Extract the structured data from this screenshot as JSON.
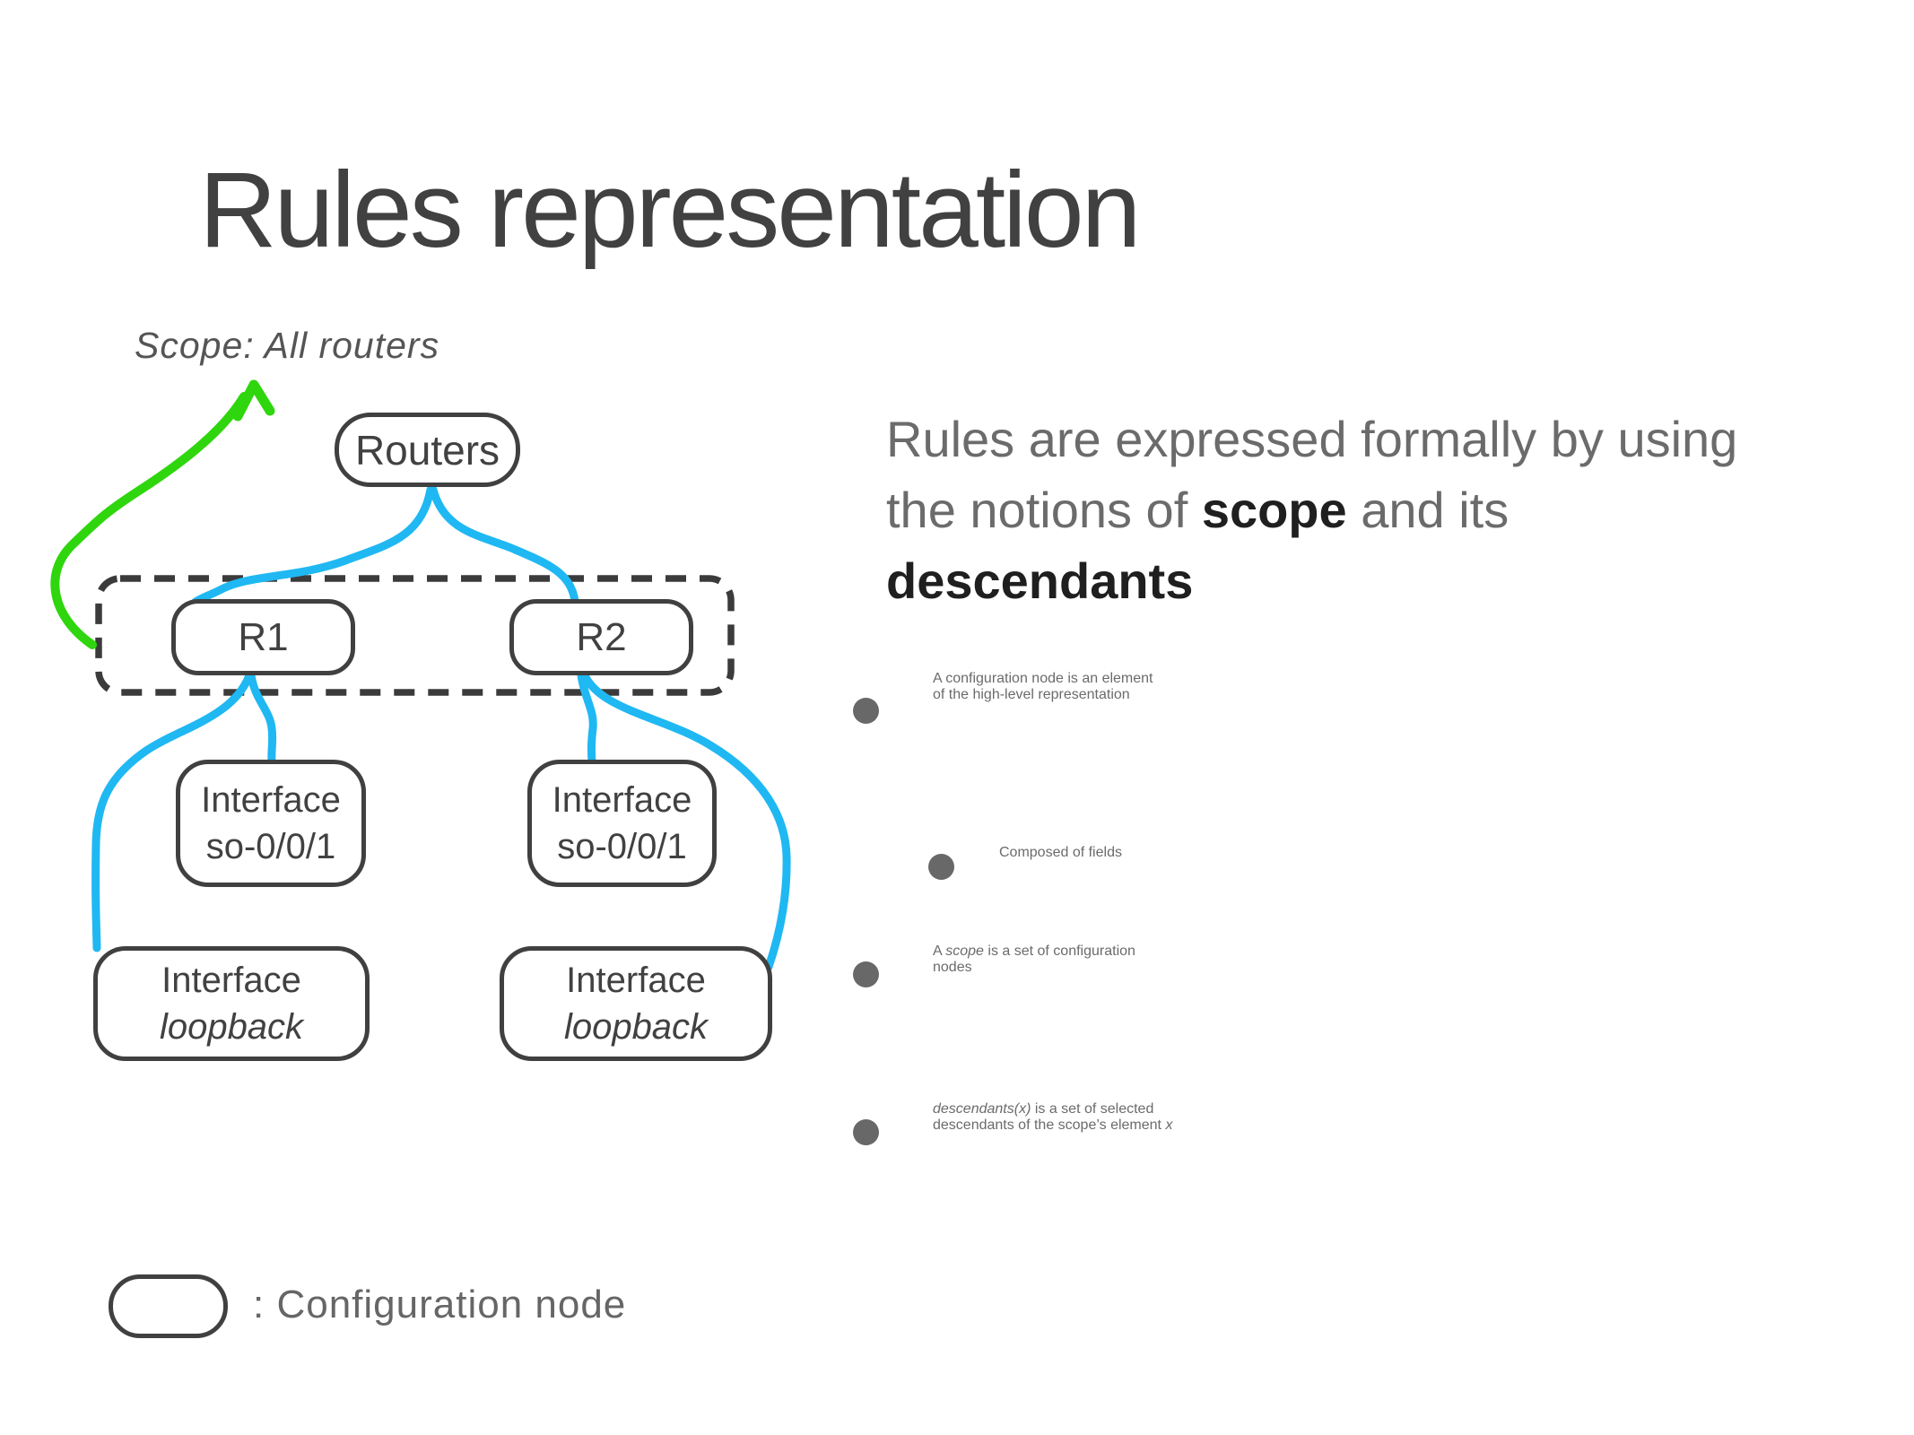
{
  "slide": {
    "title": "Rules representation"
  },
  "diagram": {
    "scope_label": "Scope: All routers",
    "nodes": {
      "routers": "Routers",
      "r1": "R1",
      "r2": "R2",
      "iface_line1": "Interface",
      "iface_so": "so-0/0/1",
      "iface_loopback": "loopback"
    },
    "colors": {
      "link": "#1FB8F2",
      "scope_arrow": "#2FD60E",
      "outline": "#3B3B3B"
    }
  },
  "legend": {
    "label": ": Configuration node"
  },
  "content": {
    "intro_lines": [
      [
        {
          "t": "Rules are expressed formally by using"
        }
      ],
      [
        {
          "t": "the notions of "
        },
        {
          "t": "scope",
          "b": true
        },
        {
          "t": " and its"
        }
      ],
      [
        {
          "t": "descendants",
          "b": true
        }
      ]
    ],
    "bullets": [
      {
        "level": 1,
        "lines": [
          [
            {
              "t": "A configuration node is an element"
            }
          ],
          [
            {
              "t": "of the high-level representation"
            }
          ]
        ]
      },
      {
        "level": 2,
        "lines": [
          [
            {
              "t": "Composed of fields"
            }
          ]
        ]
      },
      {
        "level": 1,
        "lines": [
          [
            {
              "t": "A "
            },
            {
              "t": "scope",
              "i": true
            },
            {
              "t": " is a set of configuration"
            }
          ],
          [
            {
              "t": "nodes"
            }
          ]
        ]
      },
      {
        "level": 1,
        "lines": [
          [
            {
              "t": "descendants(x)",
              "i": true
            },
            {
              "t": " is a set of selected"
            }
          ],
          [
            {
              "t": "descendants of the scope’s element "
            },
            {
              "t": "x",
              "i": true
            }
          ]
        ]
      }
    ]
  }
}
